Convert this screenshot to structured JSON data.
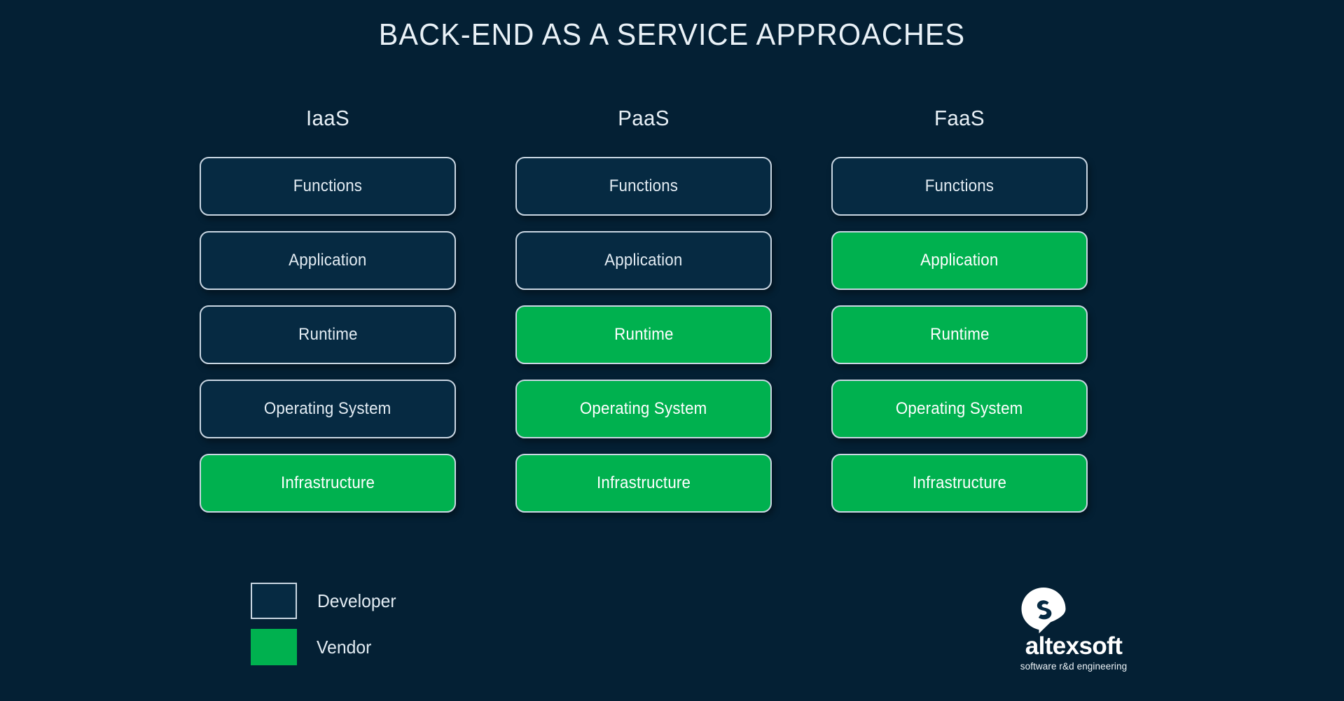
{
  "slide": {
    "title": "BACK-END AS A SERVICE APPROACHES",
    "background_color": "#042034",
    "developer_color": "#062a42",
    "vendor_color": "#00b14f",
    "border_color": "#c9d6e2",
    "text_color": "#e3ecf3"
  },
  "columns": [
    {
      "header": "IaaS",
      "layers": [
        {
          "label": "Functions",
          "owner": "developer"
        },
        {
          "label": "Application",
          "owner": "developer"
        },
        {
          "label": "Runtime",
          "owner": "developer"
        },
        {
          "label": "Operating System",
          "owner": "developer"
        },
        {
          "label": "Infrastructure",
          "owner": "vendor"
        }
      ]
    },
    {
      "header": "PaaS",
      "layers": [
        {
          "label": "Functions",
          "owner": "developer"
        },
        {
          "label": "Application",
          "owner": "developer"
        },
        {
          "label": "Runtime",
          "owner": "vendor"
        },
        {
          "label": "Operating System",
          "owner": "vendor"
        },
        {
          "label": "Infrastructure",
          "owner": "vendor"
        }
      ]
    },
    {
      "header": "FaaS",
      "layers": [
        {
          "label": "Functions",
          "owner": "developer"
        },
        {
          "label": "Application",
          "owner": "vendor"
        },
        {
          "label": "Runtime",
          "owner": "vendor"
        },
        {
          "label": "Operating System",
          "owner": "vendor"
        },
        {
          "label": "Infrastructure",
          "owner": "vendor"
        }
      ]
    }
  ],
  "legend": [
    {
      "label": "Developer",
      "owner": "developer"
    },
    {
      "label": "Vendor",
      "owner": "vendor"
    }
  ],
  "logo": {
    "mark": "altexsoft-speech-bubble-s-icon",
    "name": "altexsoft",
    "tagline": "software r&d engineering"
  }
}
